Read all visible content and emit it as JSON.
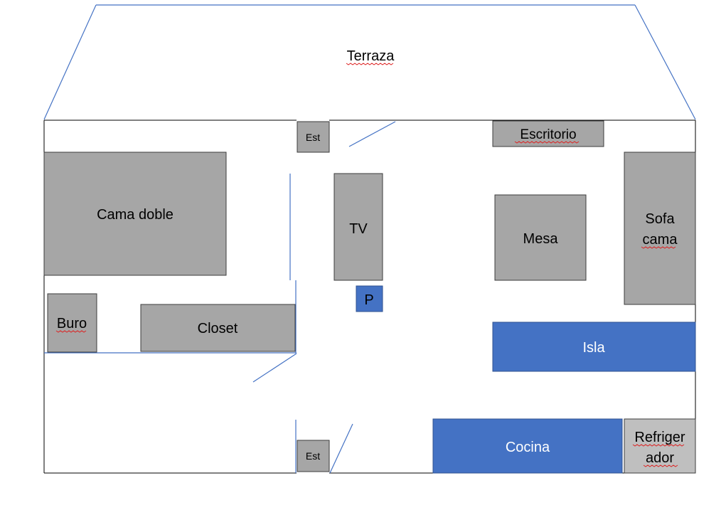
{
  "labels": {
    "terraza": "Terraza",
    "est_top": "Est",
    "escritorio": "Escritorio",
    "cama_doble": "Cama doble",
    "tv": "TV",
    "mesa": "Mesa",
    "sofa_line1": "Sofa",
    "sofa_line2": "cama",
    "p": "P",
    "buro": "Buro",
    "closet": "Closet",
    "isla": "Isla",
    "cocina": "Cocina",
    "refri_line1": "Refriger",
    "refri_line2": "ador",
    "est_bottom": "Est"
  },
  "colors": {
    "furniture_gray": "#a6a6a6",
    "appliance_light_gray": "#bfbfbf",
    "kitchen_blue": "#4472c4",
    "roof_and_door_lines": "#4472c4",
    "walls": "#000000",
    "spellcheck_underline": "#d22222"
  }
}
